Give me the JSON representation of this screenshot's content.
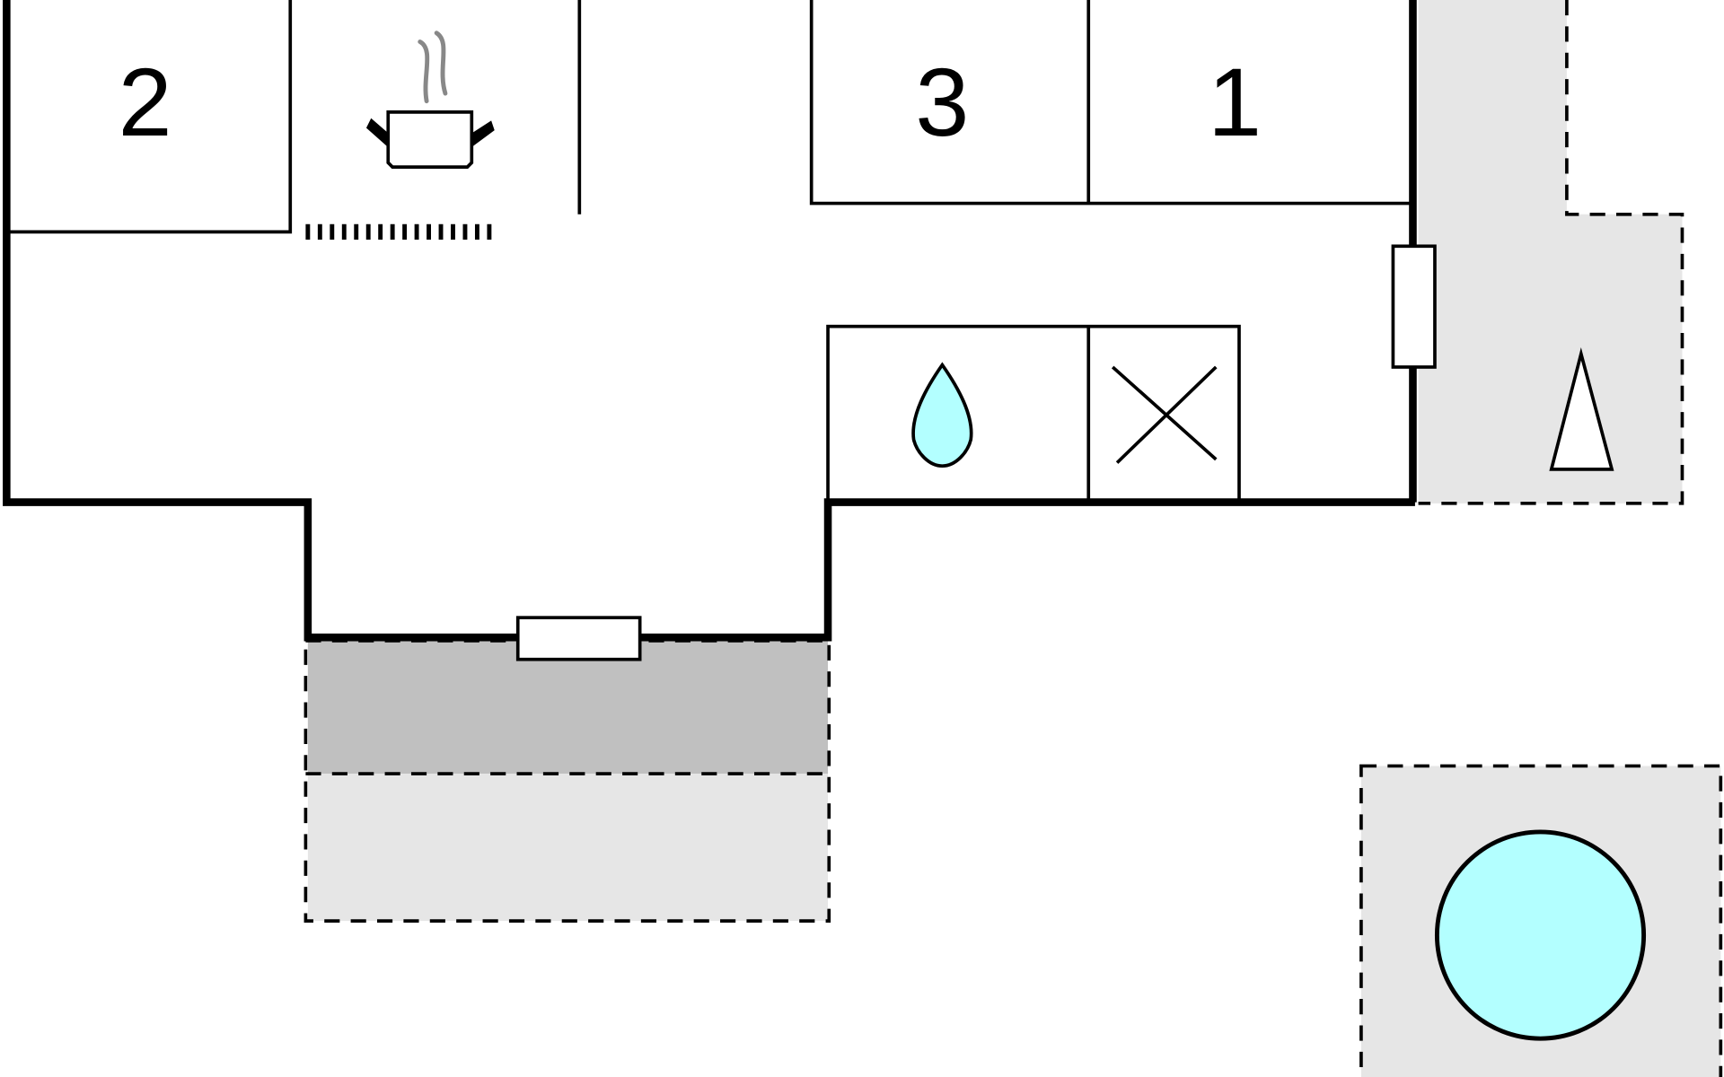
{
  "plan": {
    "rooms": [
      {
        "id": "bedroom-2",
        "label": "2"
      },
      {
        "id": "bedroom-3",
        "label": "3"
      },
      {
        "id": "bedroom-1",
        "label": "1"
      }
    ],
    "icons": [
      "kitchen-pot-icon",
      "shower-drop-icon",
      "toilet-cross-icon",
      "tent-triangle-icon",
      "pool-icon"
    ],
    "colors": {
      "wall": "#000000",
      "terrace_light": "#e6e6e6",
      "terrace_dark": "#c0c0c0",
      "water": "#b3ffff",
      "steam": "#888888"
    }
  }
}
